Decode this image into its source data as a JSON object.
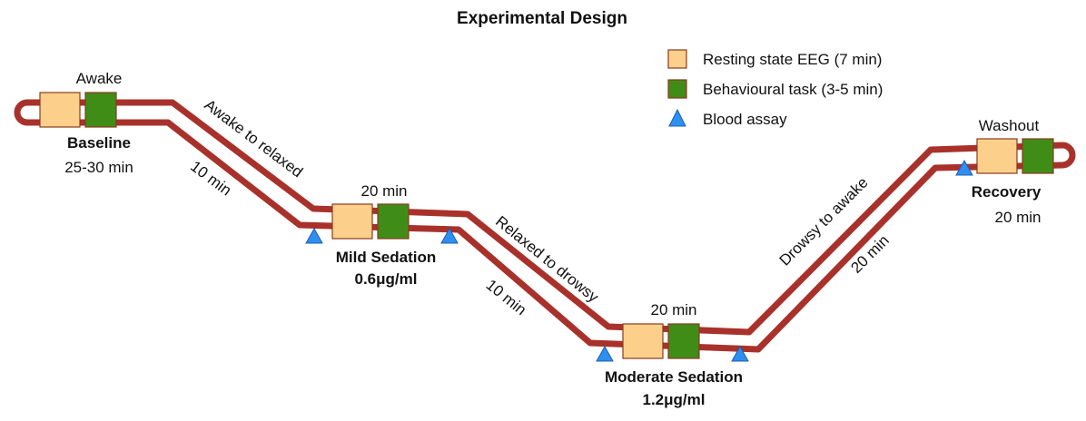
{
  "title": "Experimental Design",
  "legend": [
    {
      "icon": "resting-state-box-icon",
      "label": "Resting state EEG (7 min)",
      "color": "#fcd08a"
    },
    {
      "icon": "behavioural-task-box-icon",
      "label": "Behavioural task (3-5 min)",
      "color": "#3f8d17"
    },
    {
      "icon": "blood-assay-triangle-icon",
      "label": "Blood assay",
      "color": "#2e8ff0"
    }
  ],
  "stages": {
    "baseline": {
      "top": "Awake",
      "name": "Baseline",
      "detail": "25-30 min"
    },
    "mild": {
      "top": "20 min",
      "name": "Mild Sedation",
      "detail": "0.6μg/ml"
    },
    "moderate": {
      "top": "20 min",
      "name": "Moderate Sedation",
      "detail": "1.2μg/ml"
    },
    "recovery": {
      "top": "Washout",
      "name": "Recovery",
      "detail": "20 min"
    }
  },
  "transitions": {
    "t1": {
      "state": "Awake to relaxed",
      "duration": "10 min"
    },
    "t2": {
      "state": "Relaxed to drowsy",
      "duration": "10 min"
    },
    "t3": {
      "state": "Drowsy to awake",
      "duration": "20 min"
    }
  },
  "colors": {
    "track": "#a8322b",
    "resting": "#fcd08a",
    "task": "#3f8d17",
    "assay": "#2e8ff0"
  }
}
